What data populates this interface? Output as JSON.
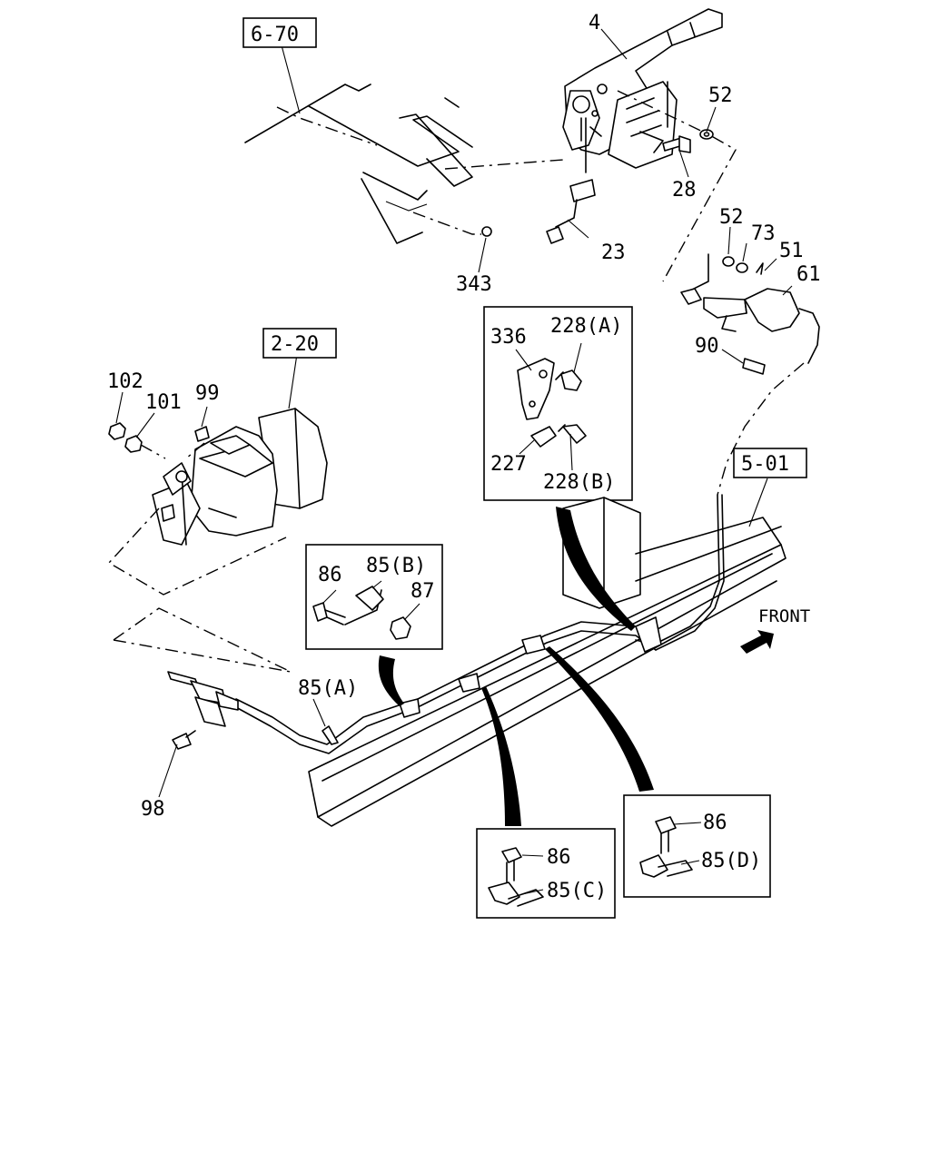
{
  "refs": {
    "r670": "6-70",
    "r220": "2-20",
    "r501": "5-01"
  },
  "labels": {
    "l4": "4",
    "l52a": "52",
    "l28": "28",
    "l23": "23",
    "l343": "343",
    "l52b": "52",
    "l73": "73",
    "l51": "51",
    "l61": "61",
    "l90": "90",
    "l336": "336",
    "l228a": "228(A)",
    "l227": "227",
    "l228b": "228(B)",
    "l102": "102",
    "l101": "101",
    "l99": "99",
    "l86b": "86",
    "l85b": "85(B)",
    "l87": "87",
    "l85a": "85(A)",
    "l98": "98",
    "l86c": "86",
    "l85c": "85(C)",
    "l86d": "86",
    "l85d": "85(D)"
  },
  "front": "FRONT"
}
